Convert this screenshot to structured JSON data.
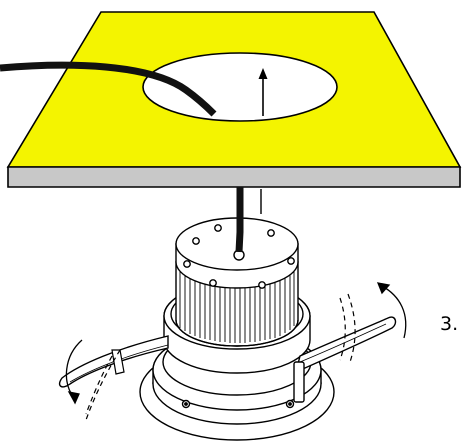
{
  "step": {
    "number": "3."
  },
  "colors": {
    "ceiling_top": "#f4f400",
    "ceiling_edge": "#c8c8c8",
    "outline": "#000000",
    "fixture_fill": "#ffffff"
  },
  "icons": [
    "cable",
    "ceiling-hole",
    "insert-arrow",
    "spring-clip",
    "rotation-arrow",
    "led-heatsink"
  ]
}
